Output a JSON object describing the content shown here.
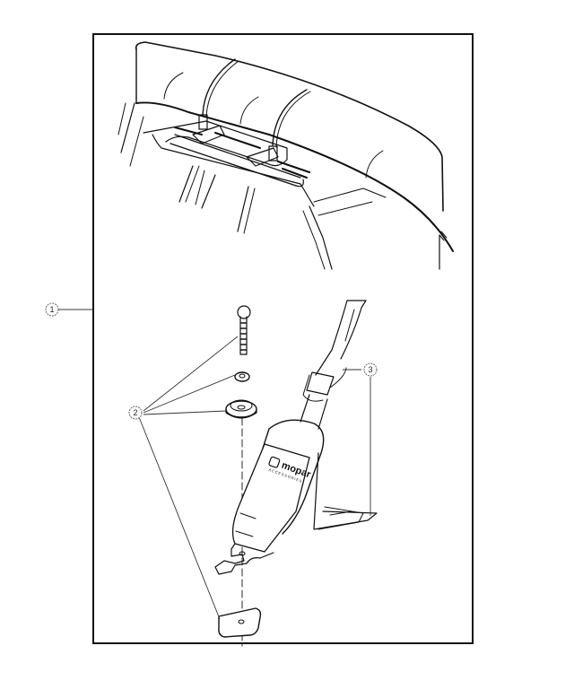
{
  "diagram": {
    "type": "exploded-parts-view",
    "subject": "Roof-top cargo bag tie-down strap kit",
    "views": [
      {
        "name": "installed-view",
        "description": "Cargo bag strapped to vehicle roof rack with two straps"
      },
      {
        "name": "exploded-view",
        "description": "Strap with buckle, mounting bracket, bolt, washer, grommet and base plate"
      }
    ],
    "callouts": [
      {
        "id": "1",
        "label": "1",
        "target": "complete kit / assembly"
      },
      {
        "id": "2",
        "label": "2",
        "target": "bolt, washer, grommet, base plate"
      },
      {
        "id": "3",
        "label": "3",
        "target": "strap and bracket"
      }
    ],
    "logo": {
      "brand": "mopar",
      "sub": "ACCESSORIES"
    }
  }
}
